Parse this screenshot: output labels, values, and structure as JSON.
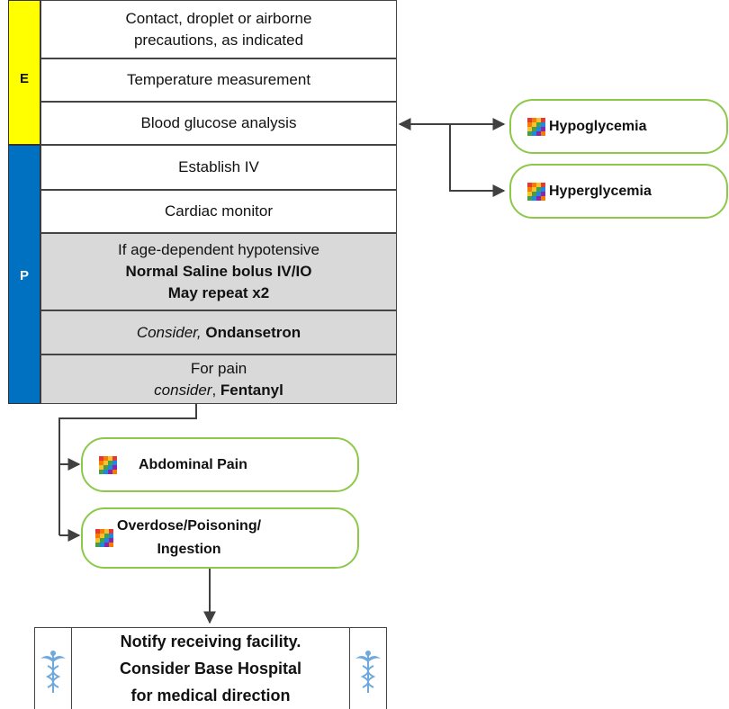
{
  "bands": {
    "e": {
      "letter": "E",
      "color": "#ffff00"
    },
    "p": {
      "letter": "P",
      "color": "#0070c0",
      "text_color": "#ffffff"
    }
  },
  "steps": {
    "precautions": {
      "line1": "Contact, droplet or airborne",
      "line2": "precautions, as indicated"
    },
    "temperature": {
      "label": "Temperature measurement"
    },
    "glucose": {
      "label": "Blood glucose analysis"
    },
    "iv": {
      "label": "Establish IV"
    },
    "cardiac": {
      "label": "Cardiac monitor"
    },
    "saline": {
      "line1": "If age-dependent hypotensive",
      "line2": "Normal Saline bolus IV/IO",
      "line3": "May repeat x2"
    },
    "ondansetron": {
      "prefix": "Consider,",
      "drug": "Ondansetron"
    },
    "fentanyl": {
      "line1": "For pain",
      "prefix": "consider",
      "sep": ",",
      "drug": "Fentanyl"
    }
  },
  "protocol_links": {
    "hypoglycemia": "Hypoglycemia",
    "hyperglycemia": "Hyperglycemia",
    "abdominal": "Abdominal Pain",
    "overdose_line1": "Overdose/Poisoning/",
    "overdose_line2": "Ingestion"
  },
  "notify": {
    "line1": "Notify receiving facility.",
    "line2": "Consider Base Hospital",
    "line3": "for medical direction"
  },
  "icon_names": {
    "protocol": "protocol-grid-icon",
    "medical": "caduceus-icon"
  },
  "colors": {
    "pill_border": "#8cc94a",
    "gray_cell": "#d9d9d9",
    "arrow": "#404040"
  }
}
